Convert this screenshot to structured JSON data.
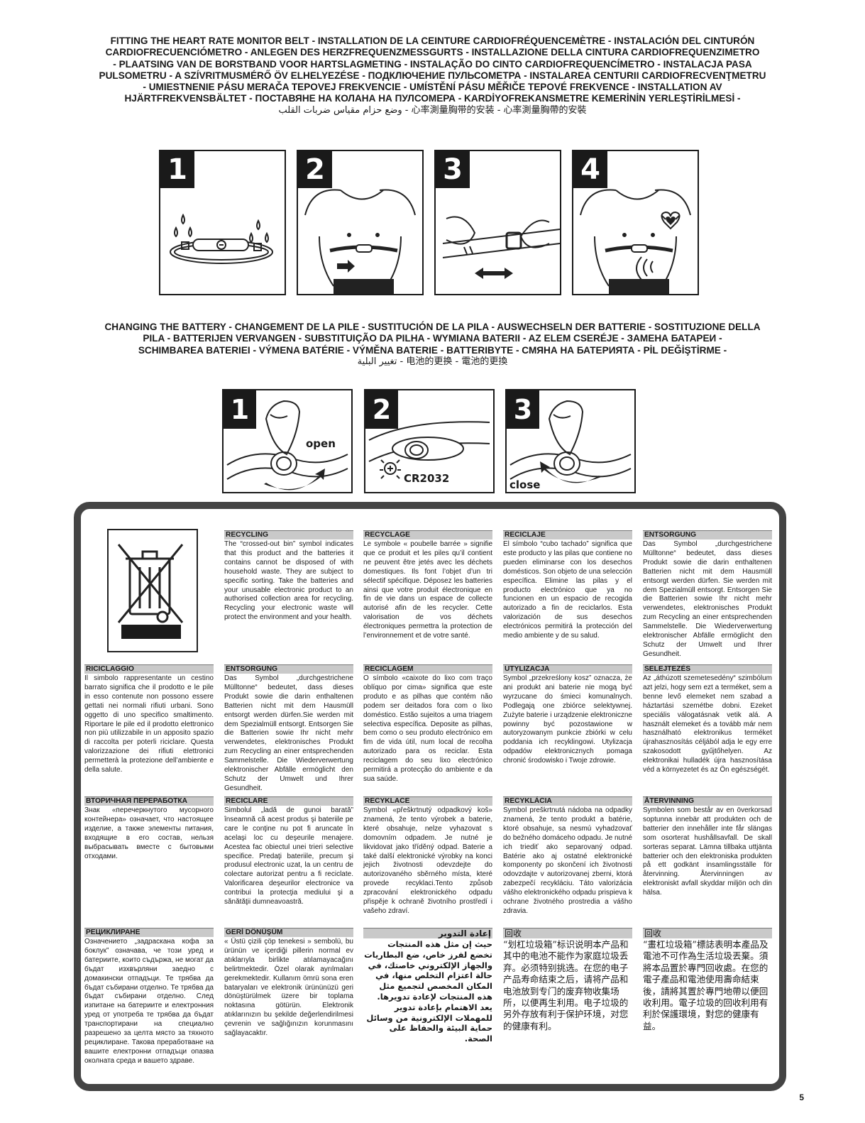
{
  "fitting_title": [
    "FITTING THE HEART RATE MONITOR BELT - INSTALLATION DE LA CEINTURE CARDIOFRÉQUENCEMÈTRE - INSTALACIÓN DEL CINTURÓN",
    "CARDIOFRECUENCIÓMETRO - ANLEGEN DES HERZFREQUENZMESSGURTS - INSTALLAZIONE DELLA CINTURA CARDIOFREQUENZIMETRO",
    "- PLAATSING VAN DE BORSTBAND VOOR HARTSLAGMETING - INSTALAÇÃO DO CINTO CARDIOFREQUENCÍMETRO - INSTALACJA PASA",
    "PULSOMETRU - A SZÍVRITMUSMÉRŐ ÖV ELHELYEZÉSE - ПОДКЛЮЧЕНИЕ ПУЛЬСОМЕТРА - INSTALAREA CENTURII CARDIOFRECVENŢMETRU",
    "- UMIESTNENIE PÁSU MERAČA TEPOVEJ FREKVENCIE - UMÍSTĚNÍ PÁSU MĚŘIČE TEPOVÉ FREKVENCE - INSTALLATION AV",
    "HJÄRTFREKVENSBÄLTET - ПОСТАВЯНЕ НА КОЛАНА НА ПУЛСОМЕРА - KARDİYOFREKANSMETRE KEMERİNİN YERLEŞTİRİLMESİ -",
    "وضع حزام مقياس ضربات القلب - 心率測量胸带的安装 - 心率測量胸帶的安裝"
  ],
  "fitting_steps": [
    "1",
    "2",
    "3",
    "4"
  ],
  "battery_title": [
    "CHANGING THE BATTERY - CHANGEMENT DE LA PILE - SUSTITUCIÓN DE LA PILA - AUSWECHSELN DER BATTERIE - SOSTITUZIONE DELLA",
    "PILA - BATTERIJEN VERVANGEN - SUBSTITUIÇÃO DA PILHA - WYMIANA BATERII - AZ ELEM CSERÉJE - ЗАМЕНА БАТАРЕИ -",
    "SCHIMBAREA BATERIEI - VÝMENA BATÉRIE - VÝMĚNA BATERIE - BATTERIBYTE - СМЯНА НА БАТЕРИЯТА - PİL DEĞİŞTİRME -",
    "تغيير البلية - 电池的更换 - 電池的更換"
  ],
  "battery_steps": [
    {
      "num": "1",
      "label": "open"
    },
    {
      "num": "2",
      "label": "CR2032"
    },
    {
      "num": "3",
      "label": "close"
    }
  ],
  "recycling": {
    "en": {
      "heading": "RECYCLING",
      "text": "The “crossed-out bin” symbol indicates that this product and the batteries it contains cannot be disposed of with household waste. They are subject to specific sorting. Take the batteries and your unusable electronic product to an authorised collection area for recycling. Recycling your electronic waste will protect the environment and your health."
    },
    "fr": {
      "heading": "RECYCLAGE",
      "text": "Le symbole « poubelle barrée » signifie que ce produit et les piles qu’il contient ne peuvent être jetés avec les déchets domestiques. Ils font l’objet d’un tri sélectif spécifique. Déposez les batteries ainsi que votre produit électronique en fin de vie dans un espace de collecte autorisé afin de les recycler. Cette valorisation de vos déchets électroniques permettra la protection de l’environnement et de votre santé."
    },
    "es": {
      "heading": "RECICLAJE",
      "text": "El símbolo “cubo tachado” significa que este producto y las pilas que contiene no pueden eliminarse con los desechos domésticos. Son objeto de una selección específica. Elimine las pilas y el producto electrónico que ya no funcionen en un espacio de recogida autorizado a fin de reciclarlos. Esta valorización de sus desechos electrónicos permitirá la protección del medio ambiente y de su salud."
    },
    "de": {
      "heading": "ENTSORGUNG",
      "text": "Das Symbol „durchgestrichene Mülltonne“ bedeutet, dass dieses Produkt sowie die darin enthaltenen Batterien nicht mit dem Hausmüll entsorgt werden dürfen. Sie werden mit dem Spezialmüll entsorgt. Entsorgen Sie die Batterien sowie Ihr nicht mehr verwendetes, elektronisches Produkt zum Recycling an einer entsprechenden Sammelstelle. Die Wiederverwertung elektronischer Abfälle ermöglicht den Schutz der Umwelt und Ihrer Gesundheit."
    },
    "it": {
      "heading": "RICICLAGGIO",
      "text": "Il simbolo rappresentante un cestino barrato significa che il prodotto e le pile in esso contenute non possono essere gettati nei normali rifiuti urbani. Sono oggetto di uno specifico smaltimento. Riportare le pile ed il prodotto elettronico non più utilizzabile in un apposito spazio di raccolta per poterli riciclare. Questa valorizzazione dei rifiuti elettronici permetterà la protezione dell’ambiente e della salute."
    },
    "de2": {
      "heading": "ENTSORGUNG",
      "text": "Das Symbol „durchgestrichene Mülltonne“ bedeutet, dass dieses Produkt sowie die darin enthaltenen Batterien nicht mit dem Hausmüll entsorgt werden dürfen.Sie werden mit dem Spezialmüll entsorgt. Entsorgen Sie die Batterien sowie Ihr nicht mehr verwendetes, elektronisches Produkt zum Recycling an einer entsprechenden Sammelstelle. Die Wiederverwertung elektronischer Abfälle ermöglicht den Schutz der Umwelt und Ihrer Gesundheit."
    },
    "pt": {
      "heading": "RECICLAGEM",
      "text": "O símbolo «caixote do lixo com traço oblíquo por cima» significa que este produto e as pilhas que contém não podem ser deitados fora com o lixo doméstico. Estão sujeitos a uma triagem selectiva específica. Deposite as pilhas, bem como o seu produto electrónico em fim de vida útil, num local de recolha autorizado para os reciclar. Esta reciclagem do seu lixo electrónico permitirá a protecção do ambiente e da sua saúde."
    },
    "pl": {
      "heading": "UTYLIZACJA",
      "text": "Symbol „przekreślony kosz” oznacza, że ani produkt ani baterie nie mogą być wyrzucane do śmieci komunalnych. Podlegają one zbiórce selektywnej. Zużyte baterie i urządzenie elektroniczne powinny być pozostawione w autoryzowanym punkcie zbiórki w celu poddania ich recyklingowi. Utylizacja odpadów elektronicznych pomaga chronić środowisko i Twoje zdrowie."
    },
    "hu": {
      "heading": "SELEJTEZÉS",
      "text": "Az „áthúzott szemetesedény“ szimbólum azt jelzi, hogy sem ezt a terméket, sem a benne levő elemeket nem szabad a háztartási szemétbe dobni. Ezeket speciális válogatásnak vetik alá. A használt elemeket és a tovább már nem használható elektronikus terméket újrahasznosítás céljából adja le egy erre szakosodott gyűjtőhelyen. Az elektronikai hulladék újra hasznosítása véd a környezetet és az Ön egészségét."
    },
    "ru": {
      "heading": "ВТОРИЧНАЯ ПЕРЕРАБОТКА",
      "text": "Знак «перечеркнутого мусорного контейнера» означает, что настоящее изделие, а также элементы питания, входящие в его состав, нельзя выбрасывать вместе с бытовыми отходами."
    },
    "ro": {
      "heading": "RECICLARE",
      "text": "Simbolul „ladă de gunoi barată” înseamnă că acest produs şi bateriile pe care le conţine nu pot fi aruncate în acelaşi loc cu deşeurile menajere. Acestea fac obiectul unei trieri selective specifice. Predaţi bateriile, precum şi produsul electronic uzat, la un centru de colectare autorizat pentru a fi reciclate. Valorificarea deşeurilor electronice va contribui la protecţia mediului şi a sănătăţii dumneavoastră."
    },
    "cs": {
      "heading": "RECYKLACE",
      "text": "Symbol «přeškrtnutý odpadkový koš» znamená, že tento výrobek a baterie, které obsahuje, nelze vyhazovat s domovním odpadem. Je nutné je likvidovat jako tříděný odpad. Baterie a také další elektronické výrobky na konci jejich životnosti odevzdejte do autorizovaného sběrného místa, které provede recyklaci.Tento způsob zpracování elektronického odpadu přispěje k ochraně životního prostředí i vašeho zdraví."
    },
    "sk": {
      "heading": "RECYKLÁCIA",
      "text": "Symbol preškrtnutá nádoba na odpadky znamená, že tento produkt a batérie, ktoré obsahuje, sa nesmú vyhadzovať do bežného domáceho odpadu. Je nutné ich triediť ako separovaný odpad. Batérie ako aj ostatné elektronické komponenty po skončení ich životnosti odovzdajte v autorizovanej zberni, ktorá zabezpečí recykláciu. Táto valorizácia vášho elektronického odpadu prispieva k ochrane životného prostredia a vášho zdravia."
    },
    "sv": {
      "heading": "ÅTERVINNING",
      "text": "Symbolen som består av en överkorsad soptunna innebär att produkten och de batterier den innehåller inte får slängas som osorterat hushållsavfall. De skall sorteras separat. Lämna tillbaka uttjänta batterier och den elektroniska produkten på ett godkänt insamlingsställe för återvinning. Återvinningen av elektroniskt avfall skyddar miljön och din hälsa."
    },
    "bg": {
      "heading": "РЕЦИКЛИРАНЕ",
      "text": "Означението „задраскана кофа за боклук” означава, че този уред и батериите, които съдържа, не могат да бъдат изхвърляни заедно с домакински отпадъци. Те трябва да бъдат събирани отделно. Те трябва да бъдат събирани отделно. След изпитане на батериите и електронния уред от употреба те трябва да бъдат транспортирани на специално разрешено за целта място за тяхното рециклиране. Такова преработване на вашите електронни отпадъци опазва околната среда и вашето здраве."
    },
    "tr": {
      "heading": "GERİ DÖNÜŞÜM",
      "text": "« Üstü çizili çöp tenekesi » sembolü, bu ürünün ve içerdiği pillerin normal ev atıklarıyla birlikte atılamayacağını belirtmektedir. Özel olarak ayrılmaları gerekmektedir. Kullanım ömrü sona eren bataryaları ve elektronik ürününüzü geri dönüştürülmek üzere bir toplama noktasına götürün. Elektronik atıklarınızın bu şekilde değerlendirilmesi çevrenin ve sağlığınızın korunmasını sağlayacaktır."
    },
    "ar": {
      "heading": "إعادة التدوير",
      "text": "حيث إن مثل هذه المنتجات تخضع لفرز خاص، ضع البطاريات والجهاز الإلكتروني خاصتك، في حالة اعتزام التخلص منها، في المكان المخصص لتجميع مثل هذه المنتجات لإعادة تدويرها. يعد الاهتمام بإعادة تدوير للمهملات الإلكترونية من وسائل حماية البيئة والحفاظ على الصحة."
    },
    "zh_cn": {
      "heading": "回收",
      "text": "“划杠垃圾箱”标识说明本产品和其中的电池不能作为家庭垃圾丢弃。必须特别挑选。在您的电子产品寿命结束之后，请将产品和电池放到专门的废弃物收集场所，以便再生利用。电子垃圾的另外存放有利于保护环境，对您的健康有利。"
    },
    "zh_tw": {
      "heading": "回收",
      "text": "“畫杠垃圾箱”標誌表明本產品及電池不可作為生活垃圾丟棄。須將本品置於專門回收處。在您的電子產品和電池使用壽命結束後，請將其置於專門地帶以便回收利用。電子垃圾的回收利用有利於保護環境，對您的健康有益。"
    }
  },
  "page_number": "5"
}
